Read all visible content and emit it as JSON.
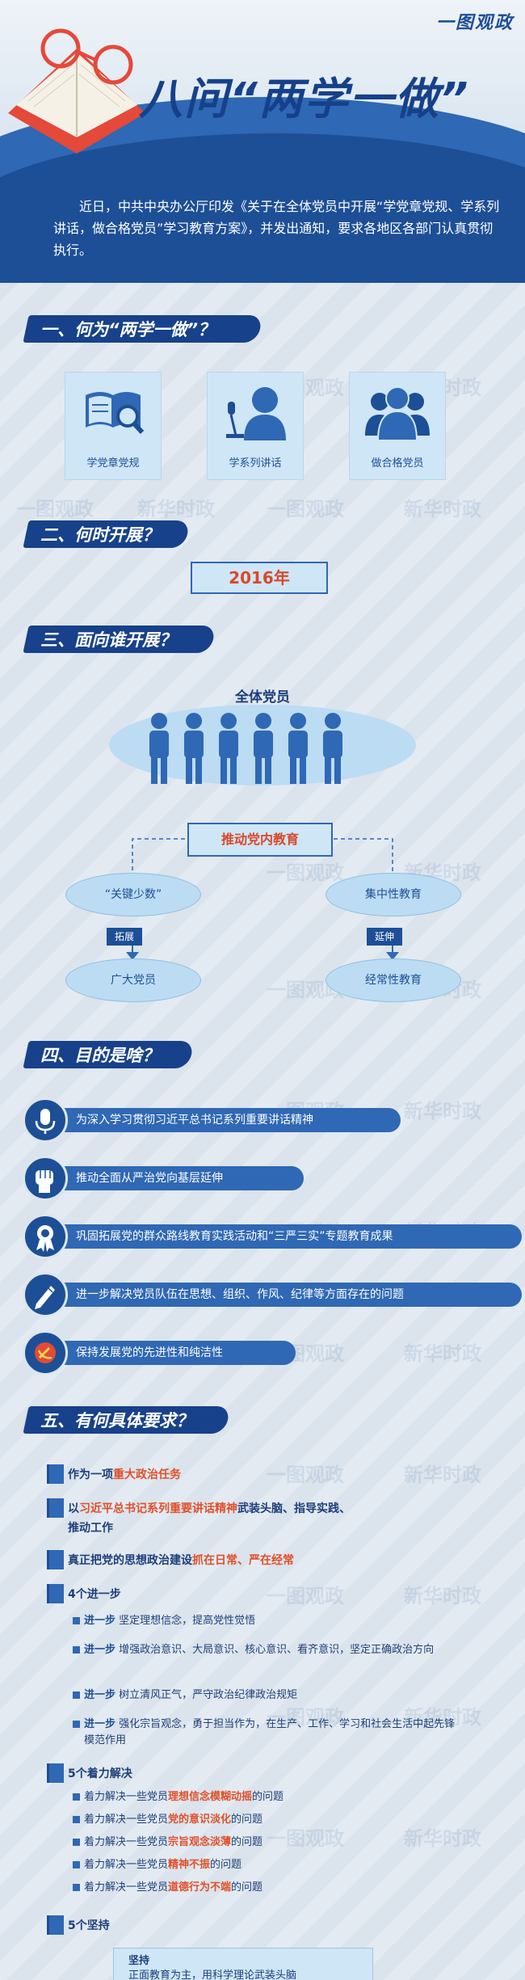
{
  "header": {
    "tag": "一图观政",
    "title": "八问“两学一做”",
    "intro": "近日，中共中央办公厅印发《关于在全体党员中开展“学党章党规、学系列讲话，做合格党员”学习教育方案》，并发出通知，要求各地区各部门认真贯彻执行。"
  },
  "watermarks": [
    "一图观政",
    "新华时政"
  ],
  "sections": {
    "s1": "一、何为“两学一做”？",
    "s2": "二、何时开展？",
    "s3": "三、面向谁开展？",
    "s4": "四、目的是啥？",
    "s5": "五、有何具体要求？"
  },
  "what": {
    "items": [
      {
        "label": "学党章党规",
        "icon": "book-magnifier-icon"
      },
      {
        "label": "学系列讲话",
        "icon": "speaker-microphone-icon"
      },
      {
        "label": "做合格党员",
        "icon": "group-members-icon"
      }
    ]
  },
  "when": {
    "year": "2016年"
  },
  "who": {
    "all": "全体党员",
    "center": "推动党内教育",
    "key_few": "“关键少数”",
    "concentrated": "集中性教育",
    "expand": "拓展",
    "extend": "延伸",
    "masses": "广大党员",
    "regular": "经常性教育"
  },
  "goals": [
    {
      "text": "为深入学习贯彻习近平总书记系列重要讲话精神",
      "icon": "microphone-icon"
    },
    {
      "text": "推动全面从严治党向基层延伸",
      "icon": "fist-icon"
    },
    {
      "text": "巩固拓展党的群众路线教育实践活动和“三严三实”专题教育成果",
      "icon": "medal-icon"
    },
    {
      "text": "进一步解决党员队伍在思想、组织、作风、纪律等方面存在的问题",
      "icon": "pencil-icon"
    },
    {
      "text": "保持发展党的先进性和纯洁性",
      "icon": "party-emblem-icon"
    }
  ],
  "reqs": {
    "r1a": "作为一项",
    "r1b": "重大政治任务",
    "r2a": "以",
    "r2b": "习近平总书记系列重要讲话精神",
    "r2c": "武装头脑、指导实践、",
    "r2d": "推动工作",
    "r3a": "真正把党的思想政治建设",
    "r3b": "抓在日常、严在经常",
    "r4": "4个进一步",
    "steps": [
      {
        "k": "进一步",
        "t": "坚定理想信念，提高党性觉悟"
      },
      {
        "k": "进一步",
        "t": "增强政治意识、大局意识、核心意识、看齐意识，坚定正确政治方向"
      },
      {
        "k": "进一步",
        "t": "树立清风正气，严守政治纪律政治规矩"
      },
      {
        "k": "进一步",
        "t": "强化宗旨观念，勇于担当作为，在生产、工作、学习和社会生活中起先锋模范作用"
      }
    ],
    "r5": "5个着力解决",
    "solve": [
      {
        "a": "着力解决一些党员",
        "b": "理想信念模糊动摇",
        "c": "的问题"
      },
      {
        "a": "着力解决一些党员",
        "b": "党的意识淡化",
        "c": "的问题"
      },
      {
        "a": "着力解决一些党员",
        "b": "宗旨观念淡薄",
        "c": "的问题"
      },
      {
        "a": "着力解决一些党员",
        "b": "精神不振",
        "c": "的问题"
      },
      {
        "a": "着力解决一些党员",
        "b": "道德行为不端",
        "c": "的问题"
      }
    ],
    "r6": "5个坚持",
    "persist_title": "坚持",
    "persist_text": "正面教育为主，用科学理论武装头脑"
  }
}
